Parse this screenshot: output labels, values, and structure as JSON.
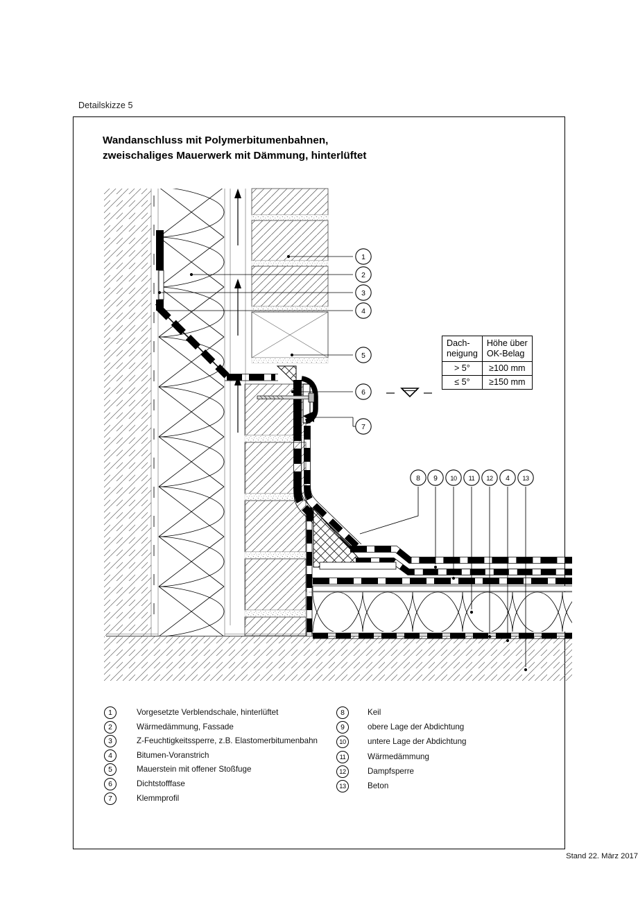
{
  "sheet": {
    "label": "Detailskizze 5",
    "footer": "Stand 22. März 2017"
  },
  "title": {
    "line1": "Wandanschluss mit Polymerbitumenbahnen,",
    "line2": "zweischaliges Mauerwerk mit Dämmung, hinterlüftet"
  },
  "slope_table": {
    "header": [
      "Dach-\nneigung",
      "Höhe über\nOK-Belag"
    ],
    "header_col1_line1": "Dach-",
    "header_col1_line2": "neigung",
    "header_col2_line1": "Höhe über",
    "header_col2_line2": "OK-Belag",
    "rows": [
      {
        "slope": "> 5°",
        "height": "≥100 mm"
      },
      {
        "slope": "≤ 5°",
        "height": "≥150 mm"
      }
    ]
  },
  "legend": {
    "left": [
      {
        "num": "1",
        "text": "Vorgesetzte Verblendschale, hinterlüftet"
      },
      {
        "num": "2",
        "text": "Wärmedämmung, Fassade"
      },
      {
        "num": "3",
        "text": "Z-Feuchtigkeitssperre, z.B. Elastomerbitumenbahn"
      },
      {
        "num": "4",
        "text": "Bitumen-Voranstrich"
      },
      {
        "num": "5",
        "text": "Mauerstein mit offener Stoßfuge"
      },
      {
        "num": "6",
        "text": "Dichtstofffase"
      },
      {
        "num": "7",
        "text": "Klemmprofil"
      }
    ],
    "right": [
      {
        "num": "8",
        "text": "Keil"
      },
      {
        "num": "9",
        "text": "obere Lage der Abdichtung"
      },
      {
        "num": "10",
        "text": "untere Lage der Abdichtung"
      },
      {
        "num": "11",
        "text": "Wärmedämmung"
      },
      {
        "num": "12",
        "text": "Dampfsperre"
      },
      {
        "num": "13",
        "text": "Beton"
      }
    ]
  },
  "drawing": {
    "callouts_right_column": [
      "1",
      "2",
      "3",
      "4",
      "5",
      "6",
      "7"
    ],
    "callouts_roof_top": [
      "8",
      "9",
      "10",
      "11",
      "12",
      "4",
      "13"
    ],
    "water_level_symbol": "water-level-triangle",
    "ventilation_arrows": 3,
    "description": "Vertical section: ventilated cavity wall with facing brickwork, facade insulation, Z-moisture barrier, bitumen primer, masonry with open head joint, sealant chamfer, clamping profile, and flat roof build-up with wedge, two sealing layers, thermal insulation, vapour barrier and concrete slab"
  },
  "colors": {
    "ink": "#000000",
    "hatch": "#555555",
    "paper": "#ffffff"
  }
}
